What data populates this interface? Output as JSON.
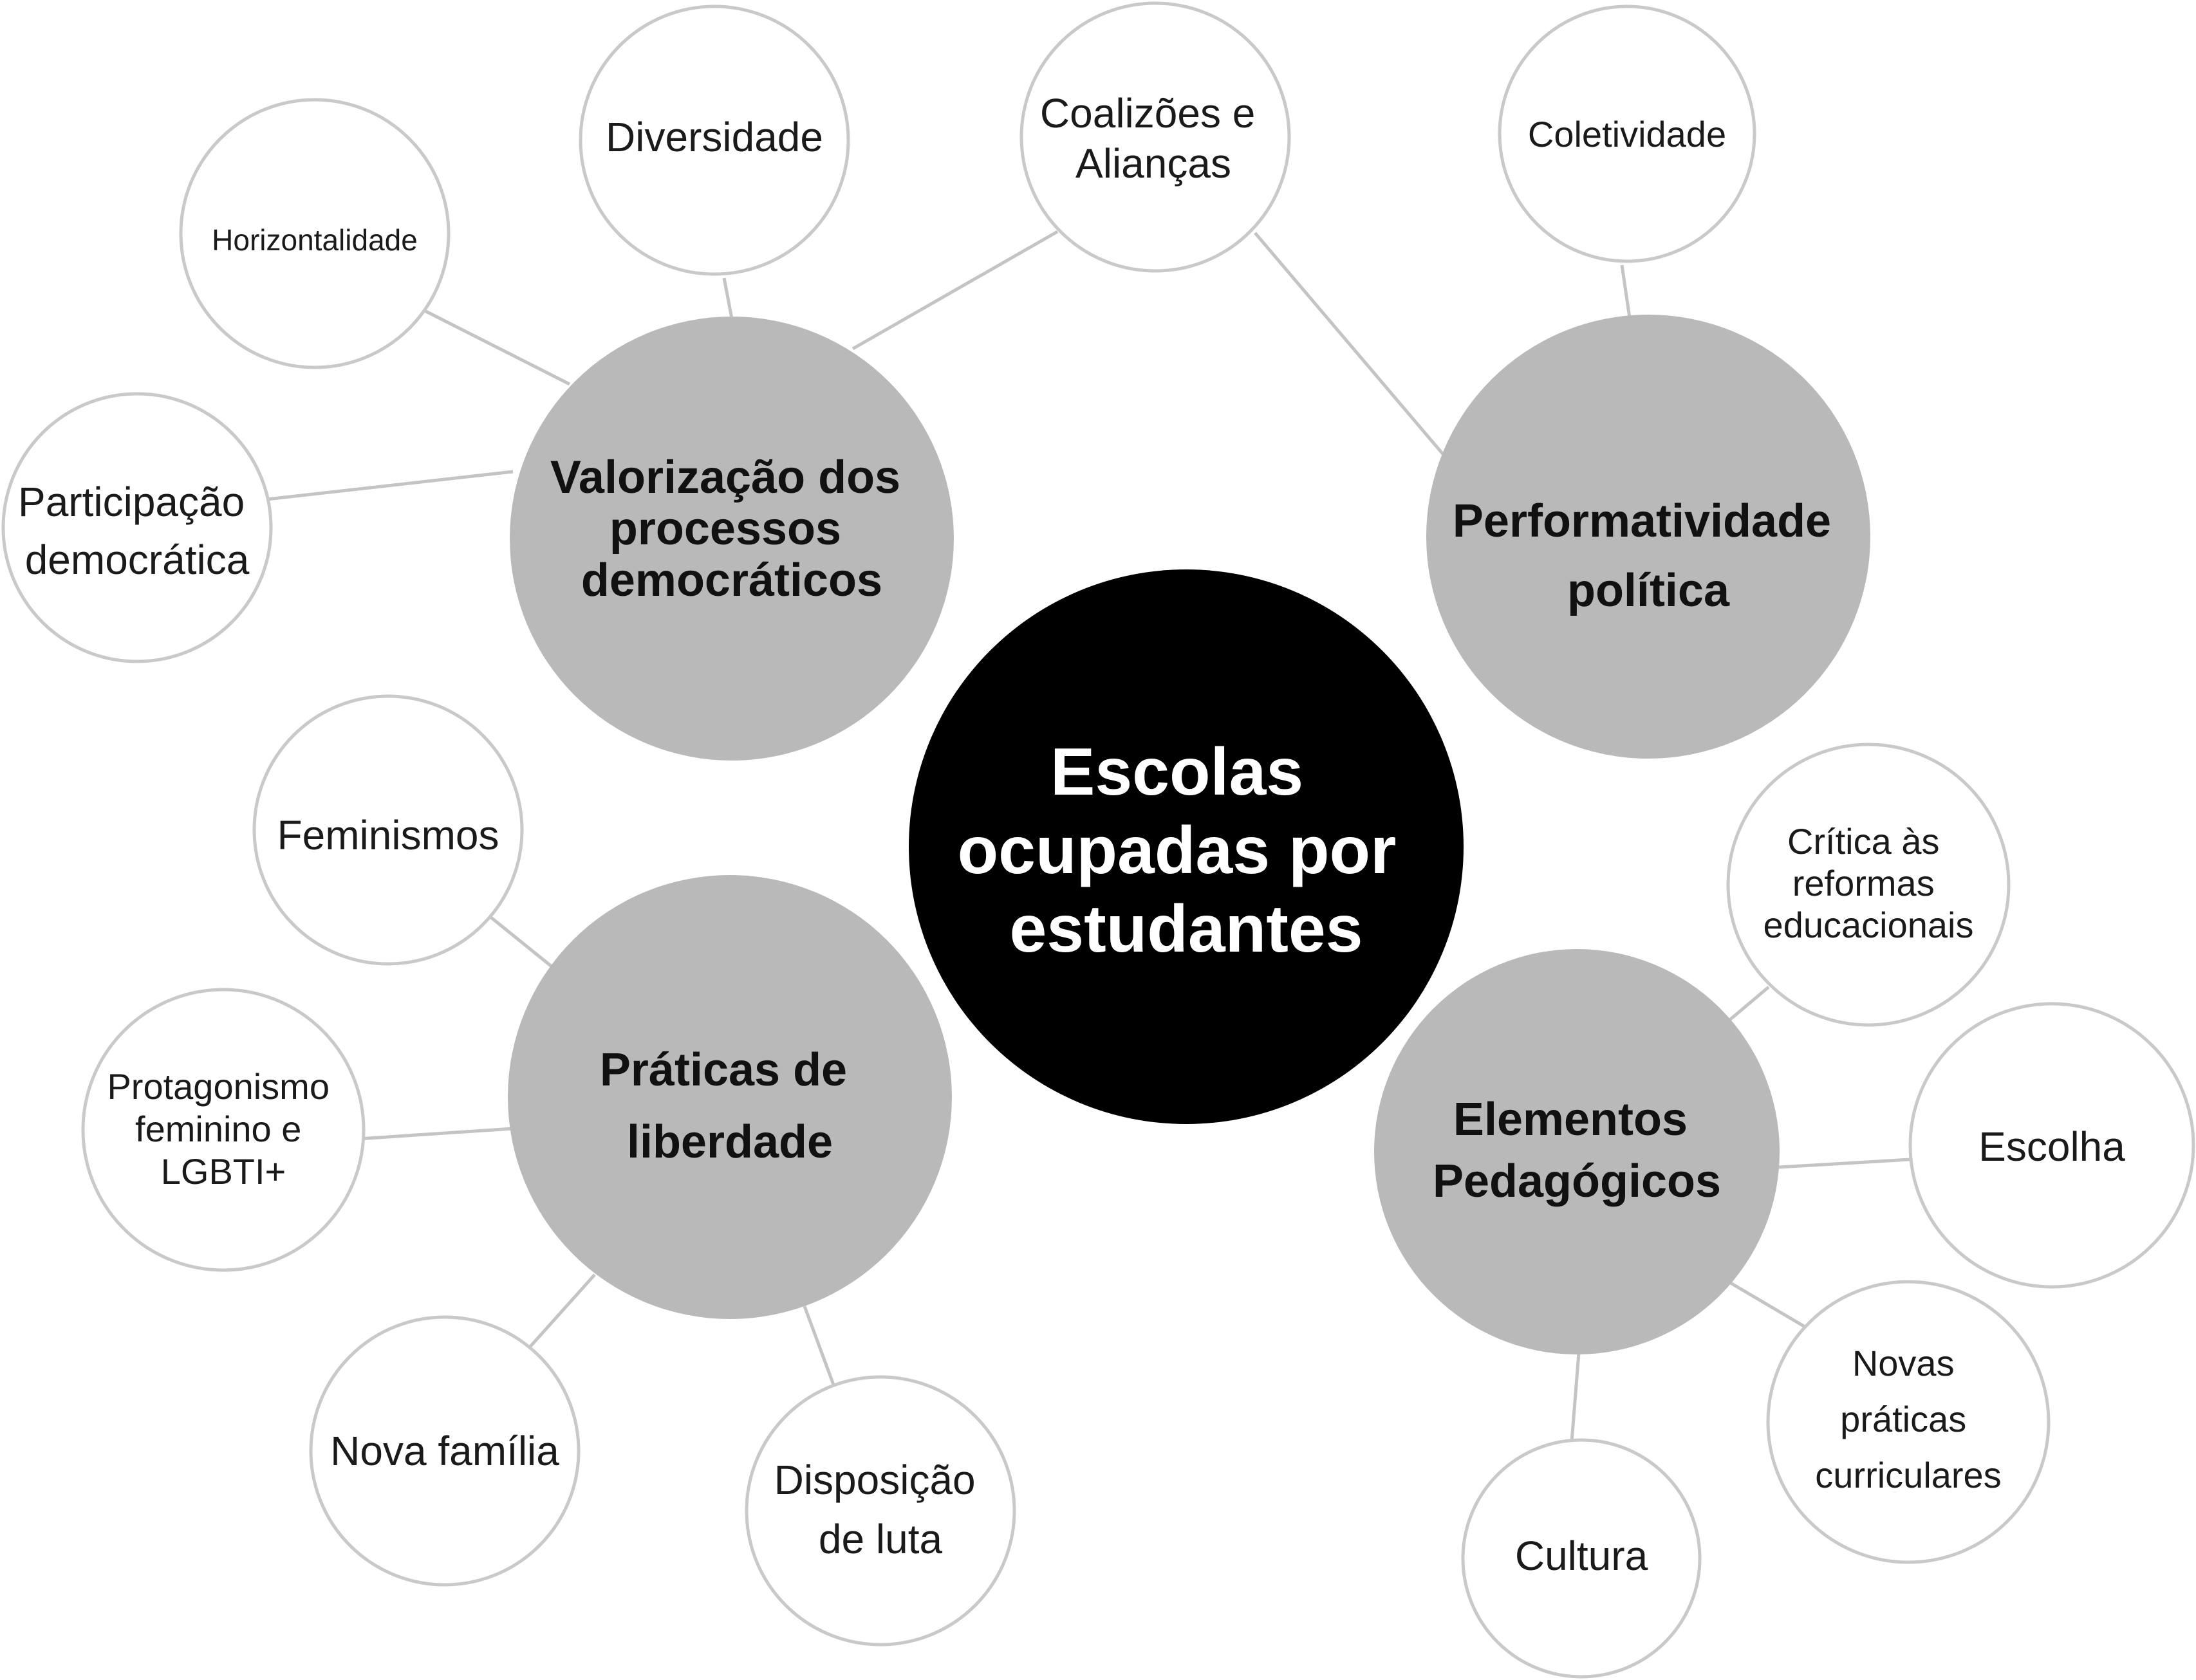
{
  "center": {
    "lines": [
      "Escolas",
      "ocupadas por",
      "estudantes"
    ]
  },
  "hubs": {
    "valorizacao": {
      "lines": [
        "Valorização dos",
        "processos",
        "democráticos"
      ]
    },
    "performatividade": {
      "lines": [
        "Performatividade",
        "política"
      ]
    },
    "praticas": {
      "lines": [
        "Práticas de",
        "liberdade"
      ]
    },
    "elementos": {
      "lines": [
        "Elementos",
        "Pedagógicos"
      ]
    }
  },
  "leaves": {
    "horizontalidade": {
      "lines": [
        "Horizontalidade"
      ]
    },
    "diversidade": {
      "lines": [
        "Diversidade"
      ]
    },
    "coalizoes": {
      "lines": [
        "Coalizões e",
        "Alianças"
      ]
    },
    "coletividade": {
      "lines": [
        "Coletividade"
      ]
    },
    "participacao": {
      "lines": [
        "Participação",
        "democrática"
      ]
    },
    "feminismos": {
      "lines": [
        "Feminismos"
      ]
    },
    "protagonismo": {
      "lines": [
        "Protagonismo",
        "feminino e",
        "LGBTI+"
      ]
    },
    "nova_familia": {
      "lines": [
        "Nova família"
      ]
    },
    "disposicao": {
      "lines": [
        "Disposição",
        "de luta"
      ]
    },
    "critica": {
      "lines": [
        "Crítica às",
        "reformas",
        "educacionais"
      ]
    },
    "escolha": {
      "lines": [
        "Escolha"
      ]
    },
    "novas_praticas": {
      "lines": [
        "Novas",
        "práticas",
        "curriculares"
      ]
    },
    "cultura": {
      "lines": [
        "Cultura"
      ]
    }
  }
}
